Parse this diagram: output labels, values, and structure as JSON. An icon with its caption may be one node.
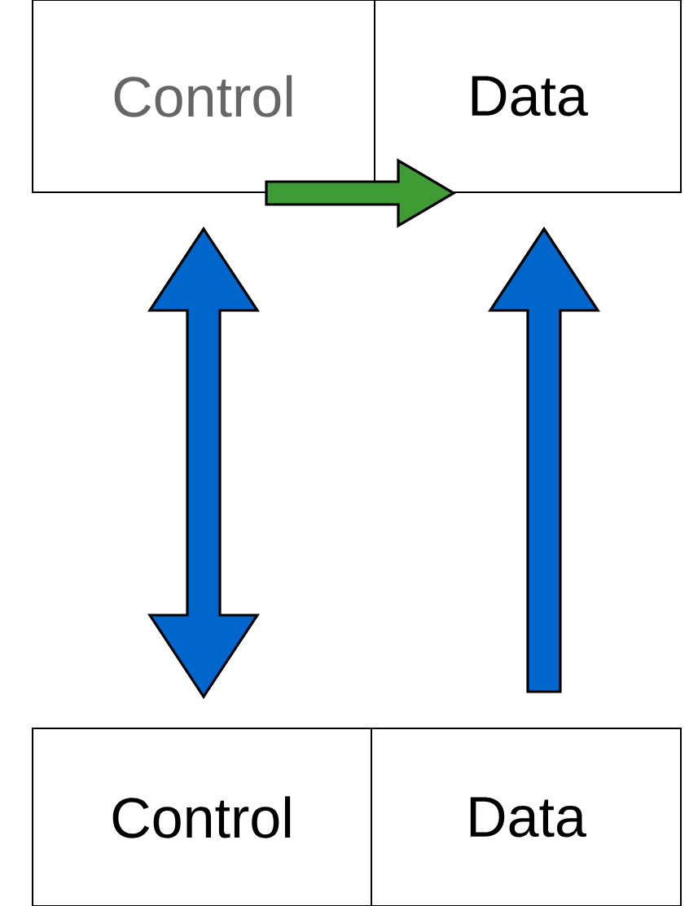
{
  "diagram": {
    "nodes": [
      {
        "text": [
          "Control"
        ]
      },
      {
        "text": [
          "Data"
        ]
      },
      {
        "text": [
          "Control"
        ]
      },
      {
        "text": [
          "Data"
        ]
      }
    ],
    "edges": [
      {
        "from": 0,
        "to": 1,
        "arrow": "to",
        "color": "#3f9c35"
      },
      {
        "from": 0,
        "to": 2,
        "arrow": "both"
      },
      {
        "from": 3,
        "to": 1,
        "arrow": "to"
      }
    ]
  }
}
